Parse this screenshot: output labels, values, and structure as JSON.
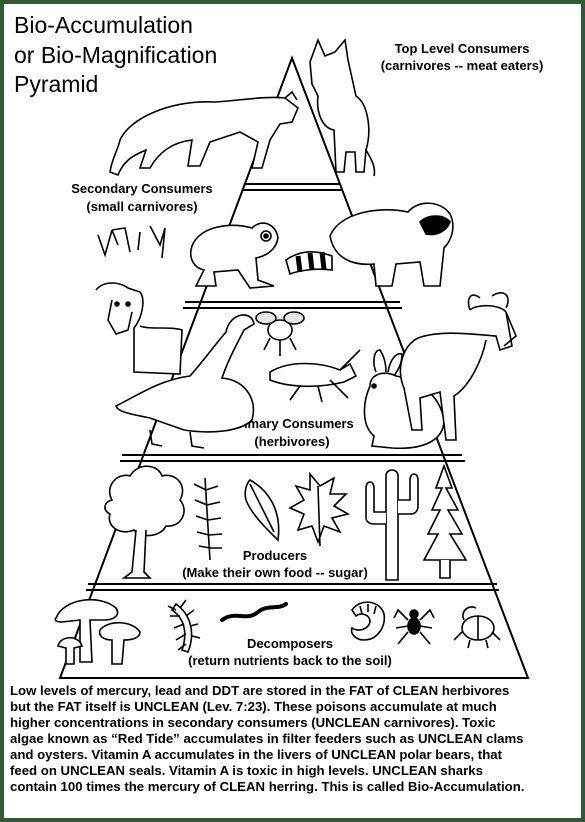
{
  "colors": {
    "border": "#2f5a34",
    "ink": "#000000",
    "background": "#ffffff"
  },
  "title": {
    "line1": "Bio-Accumulation",
    "line2": "or Bio-Magnification",
    "line3": "Pyramid"
  },
  "levels": {
    "top": {
      "name": "Top Level Consumers",
      "detail": "(carnivores -- meat eaters)"
    },
    "secondary": {
      "name": "Secondary Consumers",
      "detail": "(small carnivores)"
    },
    "primary": {
      "name": "Primary Consumers",
      "detail": "(herbivores)"
    },
    "producers": {
      "name": "Producers",
      "detail": "(Make their own food -- sugar)"
    },
    "decomposers": {
      "name": "Decomposers",
      "detail": "(return nutrients back to the soil)"
    }
  },
  "illustrations": {
    "top": [
      "cougar-icon",
      "wolf-icon"
    ],
    "secondary": [
      "deer-icon",
      "frog-icon",
      "raccoon-icon"
    ],
    "primary": [
      "goose-icon",
      "fly-icon",
      "grasshopper-icon",
      "rabbit-icon",
      "wildebeest-icon"
    ],
    "producers": [
      "tree-icon",
      "fern-icon",
      "leaf-icon",
      "oak-leaf-icon",
      "cactus-icon",
      "pine-tree-icon"
    ],
    "decomposers": [
      "mushroom-icon",
      "millipede-icon",
      "worm-icon",
      "grub-icon",
      "spider-icon",
      "beetle-icon"
    ]
  },
  "footer": {
    "lines": [
      "Low levels of mercury, lead and DDT are stored in the FAT of CLEAN herbivores",
      "but the FAT itself is UNCLEAN (Lev. 7:23).  These poisons accumulate at much",
      "higher concentrations in secondary consumers (UNCLEAN carnivores).  Toxic",
      "algae known as “Red Tide” accumulates in filter feeders such as UNCLEAN clams",
      "and oysters.  Vitamin A accumulates in the livers of UNCLEAN polar bears, that",
      "feed on UNCLEAN seals.  Vitamin A is toxic in high levels.  UNCLEAN sharks",
      "contain 100 times the mercury of CLEAN herring. This is called Bio-Accumulation."
    ]
  }
}
